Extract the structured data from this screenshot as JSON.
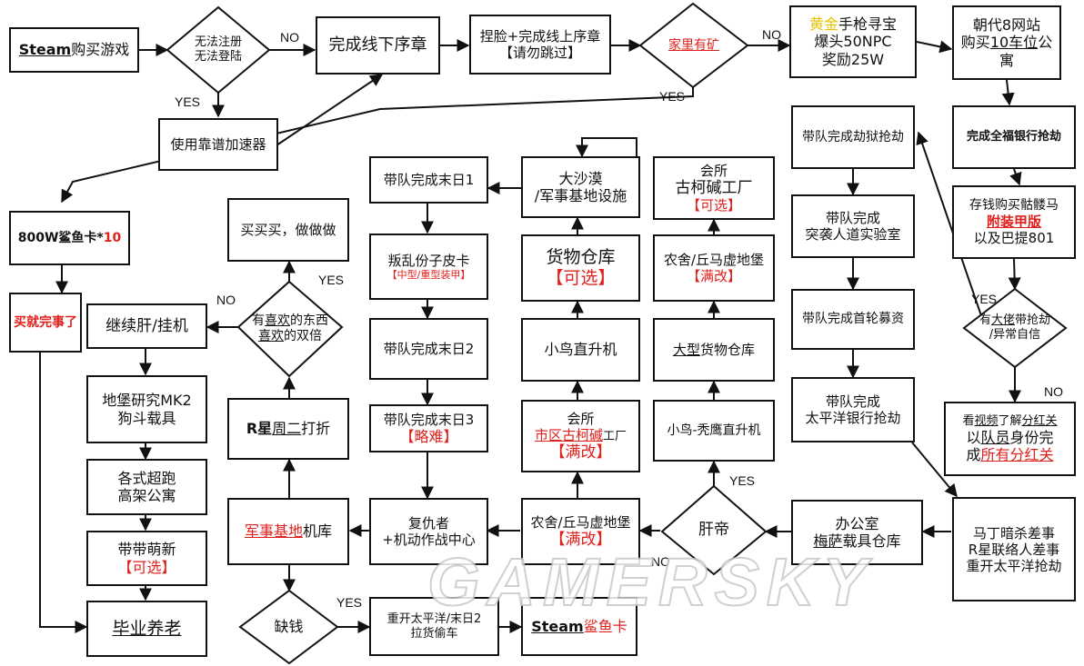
{
  "nodes": {
    "n_steam_buy": {
      "seg": [
        "Steam",
        "购买游戏"
      ]
    },
    "n_cant_login": {
      "line1": "无法注册",
      "line2": "无法登陆"
    },
    "n_use_accel": {
      "text": "使用靠谱加速器"
    },
    "n_offline_prologue": {
      "text": "完成线下序章"
    },
    "n_pinch_face": {
      "line1": "捏脸+完成线上序章",
      "line2": "【请勿跳过】"
    },
    "n_home_mine": {
      "text": "家里有矿"
    },
    "n_gold_pistol": {
      "line1_a": "黄金",
      "line1_b": "手枪寻宝",
      "line2": "爆头50NPC",
      "line3": "奖励25W"
    },
    "n_dynasty8": {
      "line1": "朝代8网站",
      "line2_a": "购买",
      "line2_b": "10车位",
      "line2_c": "公",
      "line3": "寓"
    },
    "n_shark800": {
      "a": "800W鲨鱼卡*",
      "b": "10"
    },
    "n_done_buying": {
      "text": "买就完事了"
    },
    "n_fleeca": {
      "text": "完成全福银行抢劫"
    },
    "n_skeleton": {
      "line1": "存钱购买骷髅马",
      "line2": "附装甲版",
      "line3": "以及巴提801"
    },
    "n_big_boss": {
      "line1_a": "有",
      "line1_b": "大佬",
      "line1_c": "带抢劫",
      "line2": "/异常自信"
    },
    "n_watch_video": {
      "line1_a": "看",
      "line1_b": "视频",
      "line1_c": "了解",
      "line1_d": "分红关",
      "line2_a": "以",
      "line2_b": "队员",
      "line2_c": "身份完",
      "line3_a": "成",
      "line3_b": "所有分红关"
    },
    "n_lead_prison": {
      "text": "带队完成劫狱抢劫"
    },
    "n_lead_humane": {
      "line1": "带队完成",
      "line2": "突袭人道实验室"
    },
    "n_lead_series_a": {
      "text": "带队完成首轮募资"
    },
    "n_lead_pacific": {
      "line1": "带队完成",
      "line2": "太平洋银行抢劫"
    },
    "n_martin": {
      "line1": "马丁暗杀差事",
      "line2": "R星联络人差事",
      "line3": "重开太平洋抢劫"
    },
    "n_office": {
      "line1": "办公室",
      "line2_a": "梅萨",
      "line2_b": "载具仓库"
    },
    "n_grind_boss": {
      "text": "肝帝"
    },
    "n_farm_ranch_1": {
      "line1": "农舍/丘马虚地堡",
      "line2": "【满改】"
    },
    "n_buzzard_heli": {
      "text": "小鸟-秃鹰直升机"
    },
    "n_large_warehouse": {
      "a": "大型",
      "b": "货物仓库"
    },
    "n_farm_ranch_2": {
      "line1": "农舍/丘马虚地堡",
      "line2": "【满改】"
    },
    "n_club_cocaine_1": {
      "line1": "会所",
      "line2": "古柯碱工厂",
      "line3": "【可选】"
    },
    "n_desert": {
      "line1": "大沙漠",
      "line2": "/军事基地设施"
    },
    "n_cargo_warehouse": {
      "line1": "货物仓库",
      "line2": "【可选】"
    },
    "n_little_bird": {
      "text": "小鸟直升机"
    },
    "n_club_cocaine_2": {
      "line1": "会所",
      "line2_a": "市区古柯碱",
      "line2_b": "工厂",
      "line3": "【满改】"
    },
    "n_lead_doomsday1": {
      "text": "带队完成末日1"
    },
    "n_rebel_pickup": {
      "line1": "叛乱份子皮卡",
      "line2": "【中型/重型装甲】"
    },
    "n_lead_doomsday2": {
      "text": "带队完成末日2"
    },
    "n_lead_doomsday3": {
      "line1": "带队完成末日3",
      "line2": "【略难】"
    },
    "n_avenger": {
      "line1": "复仇者",
      "line2": "+机动作战中心"
    },
    "n_buy_buy": {
      "text": "买买买，做做做"
    },
    "n_like_things": {
      "line1_a": "有",
      "line1_b": "喜欢",
      "line1_c": "的东西",
      "line2_a": "喜欢",
      "line2_b": "的双倍"
    },
    "n_rstar_tuesday": {
      "a": "R星",
      "b": "周二",
      "c": "打折"
    },
    "n_military_hangar": {
      "a": "军事基地",
      "b": "机库"
    },
    "n_short_money": {
      "text": "缺钱"
    },
    "n_replay_pacific": {
      "line1": "重开太平洋/末日2",
      "line2": "拉货偷车"
    },
    "n_steam_shark": {
      "a": "Steam",
      "b": "鲨鱼卡"
    },
    "n_continue_grind": {
      "text": "继续肝/挂机"
    },
    "n_bunker_mk2": {
      "line1": "地堡研究MK2",
      "line2": "狗斗载具"
    },
    "n_supercars": {
      "line1": "各式超跑",
      "line2": "高架公寓"
    },
    "n_carry_newbies": {
      "line1": "带带萌新",
      "line2": "【可选】"
    },
    "n_retire": {
      "text": "毕业养老"
    }
  },
  "edge_labels": {
    "no_login": "NO",
    "yes_login": "YES",
    "no_mine": "NO",
    "yes_mine": "YES",
    "yes_boss": "YES",
    "no_boss": "NO",
    "yes_grind": "YES",
    "no_grind": "NO",
    "yes_like": "YES",
    "no_like": "NO",
    "yes_money": "YES"
  },
  "watermark": "GAMERSKY",
  "colors": {
    "line": "#111111",
    "red": "#e0201d",
    "gold": "#e7c000"
  }
}
